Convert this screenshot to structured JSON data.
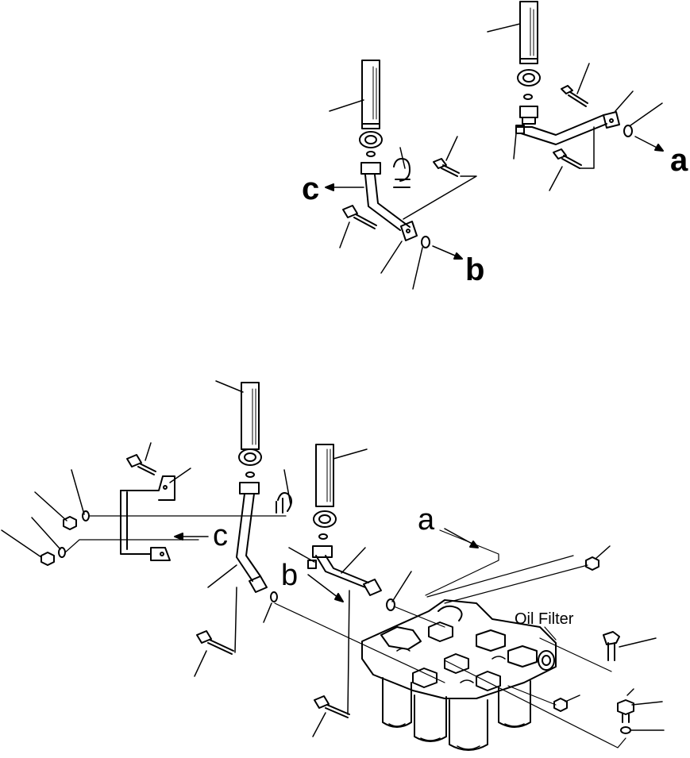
{
  "callouts": {
    "top_right_a": "a",
    "top_b": "b",
    "top_c": "c",
    "bottom_a": "a",
    "bottom_b": "b",
    "bottom_c": "c"
  },
  "oil_filter_label": "Oil Filter",
  "colors": {
    "ink": "#000000",
    "paper": "#ffffff"
  }
}
